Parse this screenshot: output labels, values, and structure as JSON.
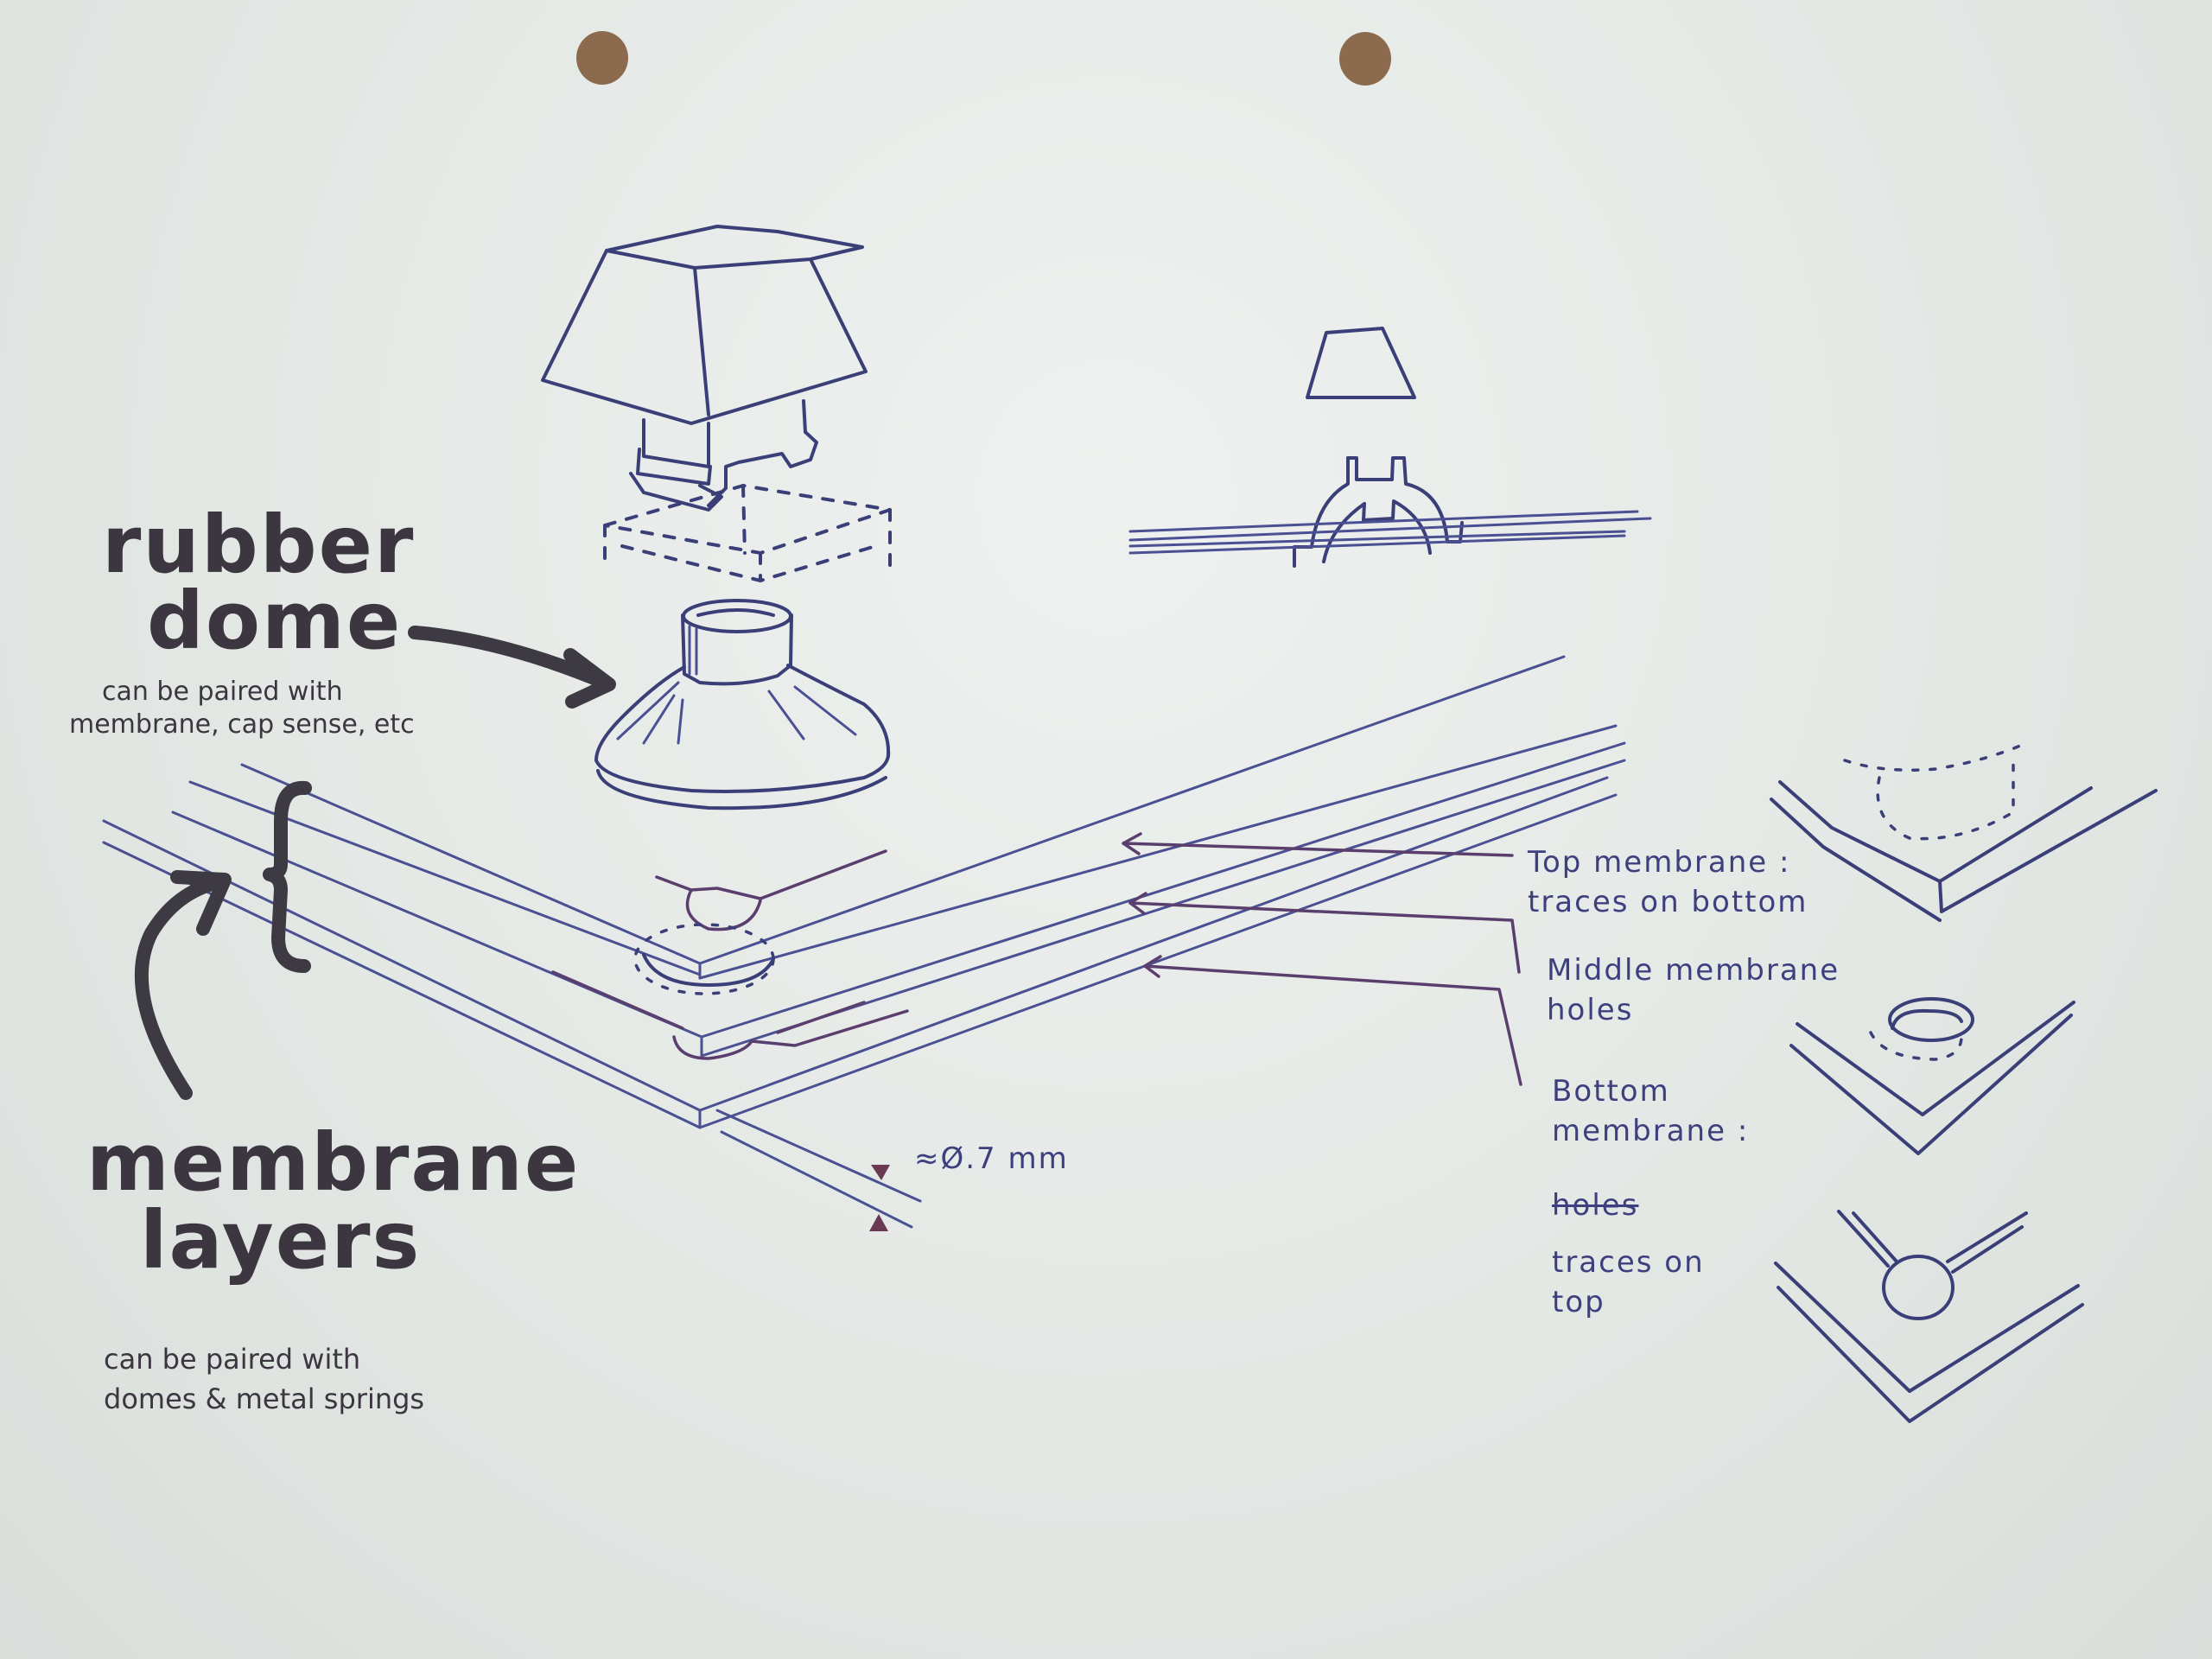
{
  "diagram": {
    "title_left_top": {
      "line1": "rubber",
      "line2": "dome",
      "subtitle_line1": "can be paired with",
      "subtitle_line2": "membrane, cap sense, etc"
    },
    "title_left_bottom": {
      "line1": "membrane",
      "line2": "layers",
      "subtitle_line1": "can be paired with",
      "subtitle_line2": "domes & metal springs"
    },
    "dimension": {
      "label": "≈Ø.7 mm"
    },
    "layer_callouts": [
      {
        "line1": "Top membrane :",
        "line2": "traces on bottom"
      },
      {
        "line1": "Middle membrane",
        "line2": "holes"
      },
      {
        "line1": "Bottom",
        "line2": "membrane :",
        "struck": "holes",
        "line3": "traces on",
        "line4": "top"
      }
    ],
    "components": [
      {
        "name": "keycap",
        "icon": "keycap-drawing"
      },
      {
        "name": "keycap-stem-slider",
        "icon": "dashed-slider-drawing"
      },
      {
        "name": "rubber-dome",
        "icon": "rubber-dome-drawing"
      },
      {
        "name": "membrane-stack",
        "icon": "membrane-layers-drawing"
      },
      {
        "name": "cross-section",
        "icon": "cross-section-drawing"
      }
    ],
    "colors": {
      "paper": "#e4e8e5",
      "ink_blue": "#3a3f78",
      "marker": "#3d3a44",
      "pin": "#8b6a4e"
    }
  }
}
